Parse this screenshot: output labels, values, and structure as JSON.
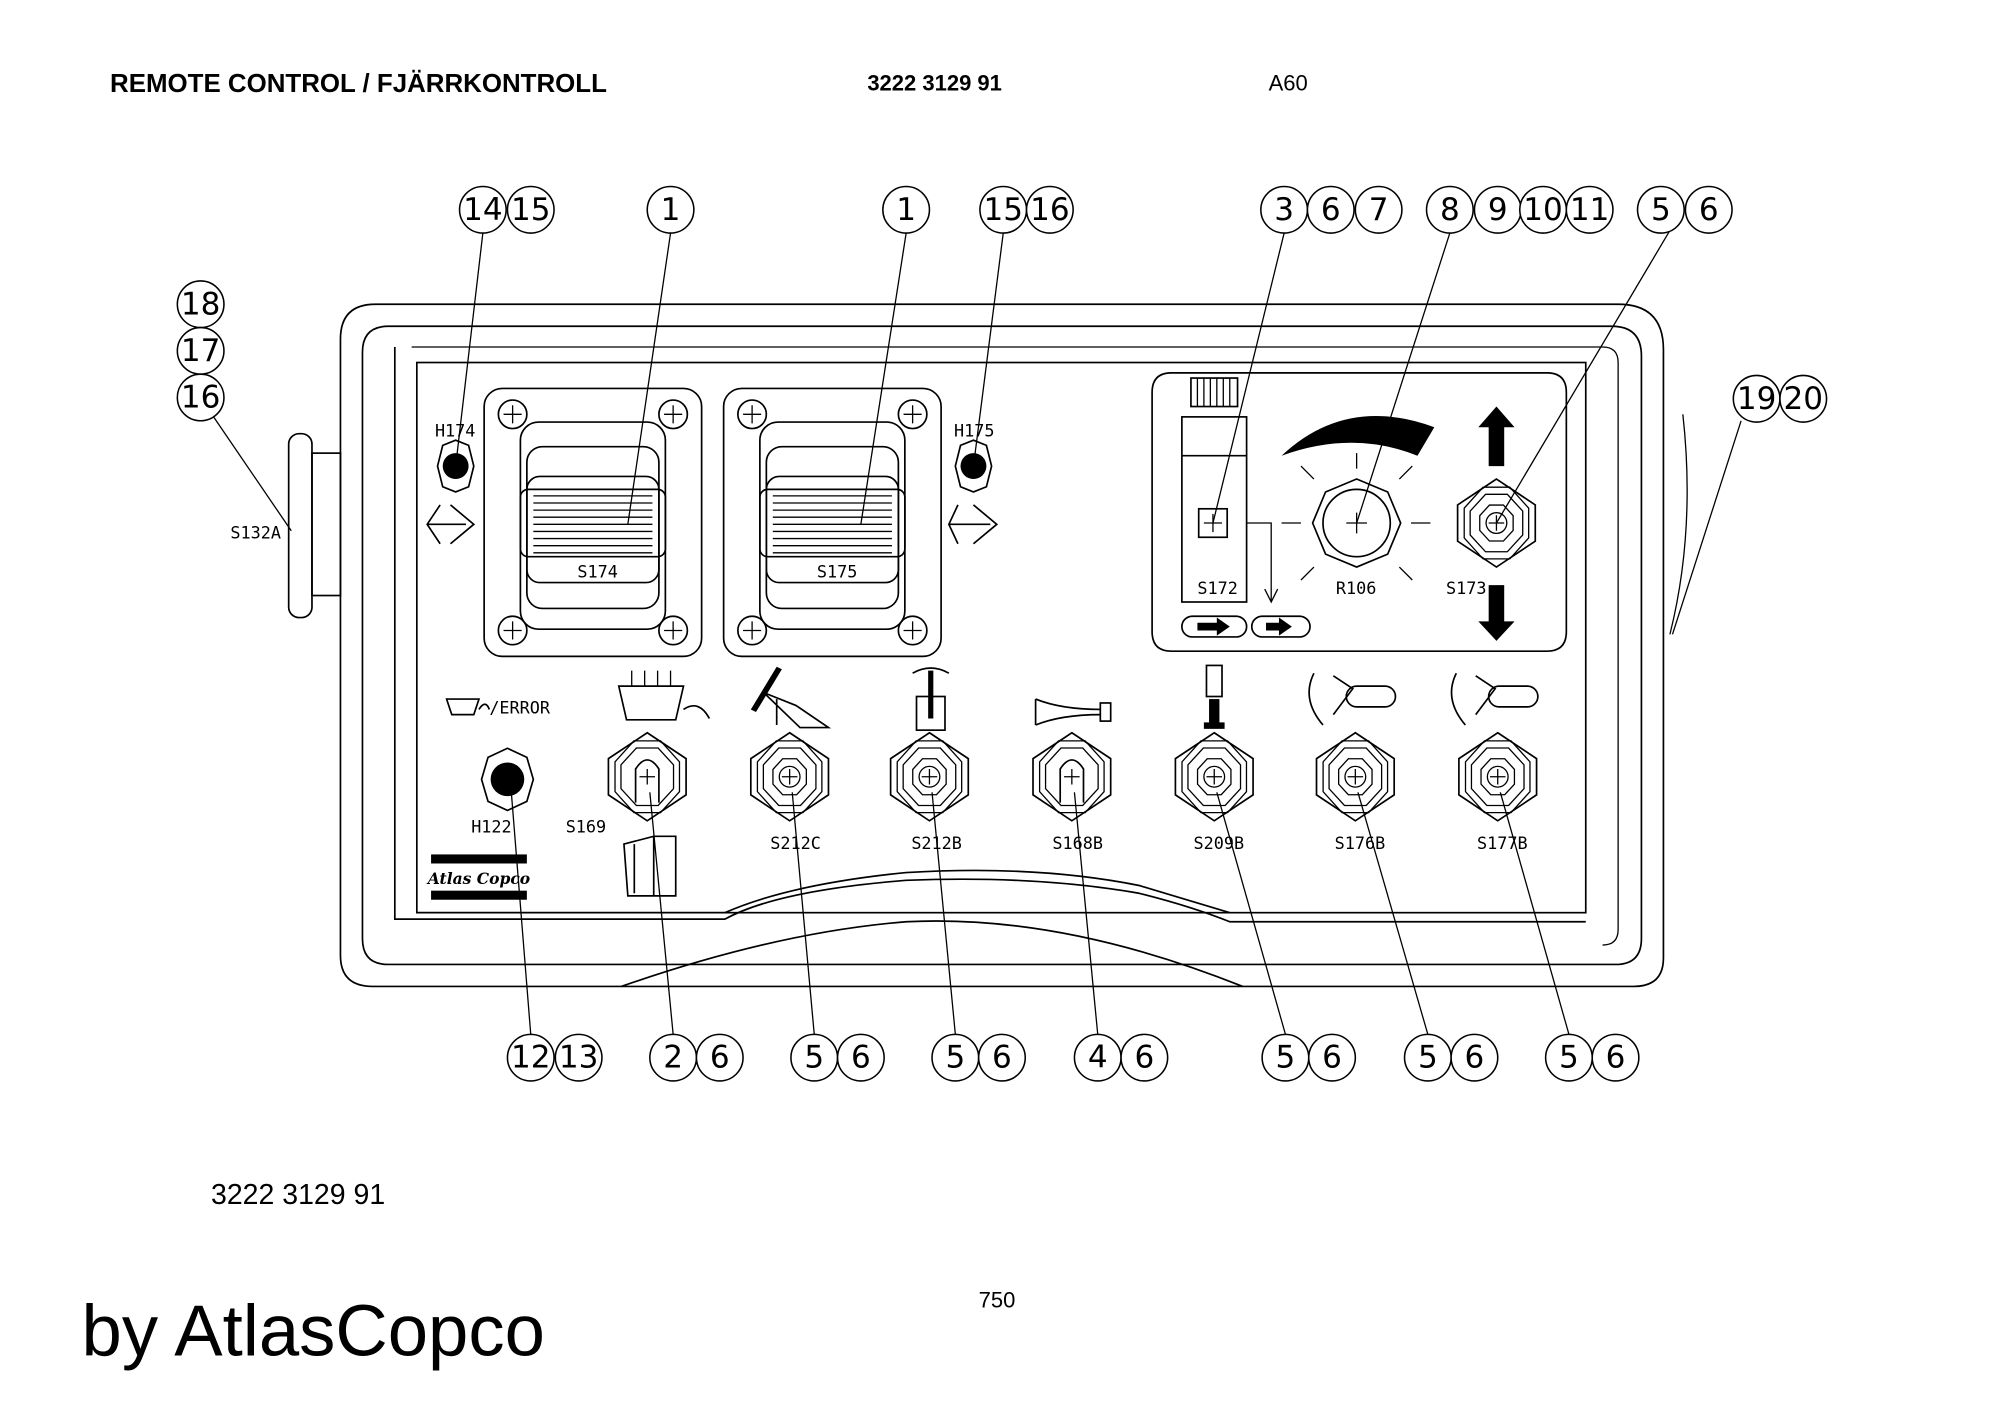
{
  "header": {
    "title": "REMOTE CONTROL / FJÄRRKONTROLL",
    "part_number": "3222 3129 91",
    "page_code": "A60"
  },
  "footer": {
    "part_number": "3222 3129 91",
    "page_number": "750",
    "credit": "by AtlasCopco"
  },
  "logo": {
    "text": "Atlas Copco"
  },
  "component_labels": {
    "h174": "H174",
    "h175": "H175",
    "s174": "S174",
    "s175": "S175",
    "s132a": "S132A",
    "s172": "S172",
    "r106": "R106",
    "s173": "S173",
    "error": "/ERROR",
    "h122": "H122",
    "s169": "S169",
    "s212c": "S212C",
    "s212b": "S212B",
    "s168b": "S168B",
    "s209b": "S209B",
    "s176b": "S176B",
    "s177b": "S177B"
  },
  "callouts": {
    "top": [
      "14",
      "15",
      "1",
      "1",
      "15",
      "16",
      "3",
      "6",
      "7",
      "8",
      "9",
      "10",
      "11",
      "5",
      "6"
    ],
    "left": [
      "18",
      "17",
      "16"
    ],
    "right": [
      "19",
      "20"
    ],
    "bottom": [
      "12",
      "13",
      "2",
      "6",
      "5",
      "6",
      "5",
      "6",
      "4",
      "6",
      "5",
      "6",
      "5",
      "6",
      "5",
      "6"
    ]
  }
}
